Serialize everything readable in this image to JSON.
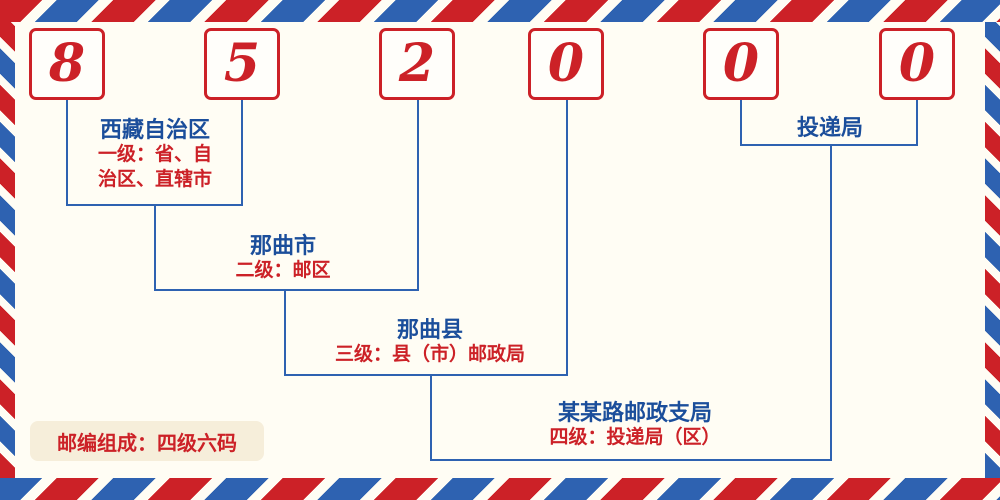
{
  "digits": [
    "8",
    "5",
    "2",
    "0",
    "0",
    "0"
  ],
  "levels": {
    "level1": {
      "name": "西藏自治区",
      "desc_line1": "一级：省、自",
      "desc_line2": "治区、直辖市"
    },
    "level2": {
      "name": "那曲市",
      "desc": "二级：邮区"
    },
    "level3": {
      "name": "那曲县",
      "desc": "三级：县（市）邮政局"
    },
    "level4": {
      "name": "某某路邮政支局",
      "desc": "四级：投递局（区）"
    },
    "delivery": {
      "name": "投递局"
    }
  },
  "footer": {
    "text": "邮编组成：四级六码"
  },
  "colors": {
    "red": "#cc2127",
    "blue": "#2e62b1",
    "text_blue": "#1b4e9b",
    "paper": "#fffdf4",
    "footer_bg": "#f6eeda"
  }
}
